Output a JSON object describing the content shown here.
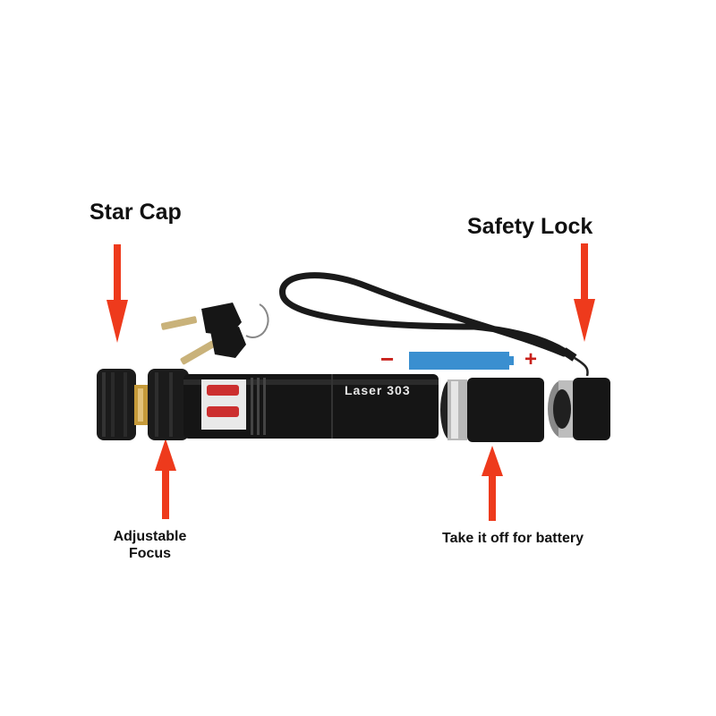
{
  "labels": {
    "star_cap": "Star Cap",
    "safety_lock": "Safety Lock",
    "adjustable_focus_line1": "Adjustable",
    "adjustable_focus_line2": "Focus",
    "battery_note": "Take it off for battery"
  },
  "device": {
    "engraving": "Laser 303"
  },
  "battery": {
    "negative_symbol": "−",
    "positive_symbol": "+",
    "color": "#3a8fd0"
  },
  "colors": {
    "arrow": "#ee3a1c",
    "polarity": "#c8201a",
    "body": "#151515",
    "text": "#111111"
  }
}
